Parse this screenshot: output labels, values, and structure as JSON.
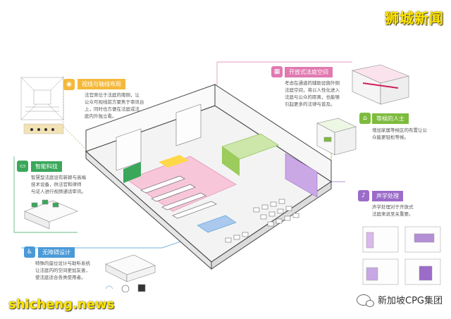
{
  "watermark": {
    "brand": "狮城新闻",
    "site": "shicheng.news",
    "publisher": "新加坡CPG集团"
  },
  "callouts": {
    "sightline": {
      "title": "视线与轴线布局",
      "lines": [
        "法官席位于法庭的南侧，让",
        "公众可视线前方聚焦于审讯台",
        "上，同时也方便在法庭或法",
        "庭内外独立看。"
      ],
      "color": "#f4b93b",
      "icon": "eye-icon"
    },
    "open_space": {
      "title": "开放式法庭空间",
      "lines": [
        "考虑在通道的辅助设施外侧",
        "法庭空间，将以人性化进入",
        "法庭与公众的距离，也能够",
        "引起更多的法律与普及。"
      ],
      "color": "#e07ab0",
      "icon": "open-space-icon"
    },
    "tech": {
      "title": "智能科技",
      "lines": [
        "智慧型法庭设有新颖与高端",
        "技术设备，供法官和律师",
        "与证人进行视频通话审讯。"
      ],
      "color": "#3aa75a",
      "icon": "monitor-icon"
    },
    "waiting": {
      "title": "等候的人士",
      "lines": [
        "增加家属等候区的布置让公",
        "众能更轻松等候。"
      ],
      "color": "#7dbb3d",
      "icon": "waiting-icon"
    },
    "acoustics": {
      "title": "声学处理",
      "lines": [
        "声学处理对于开放式",
        "法庭来说至关重要。"
      ],
      "color": "#9b6cc9",
      "icon": "speaker-icon"
    },
    "accessibility": {
      "title": "无障碍设计",
      "lines": [
        "特殊的座位设计与助听系统",
        "让法庭内的空间更加友善，",
        "使法庭适合各类使用者。"
      ],
      "color": "#4a9ad8",
      "icon": "wheelchair-icon"
    }
  }
}
